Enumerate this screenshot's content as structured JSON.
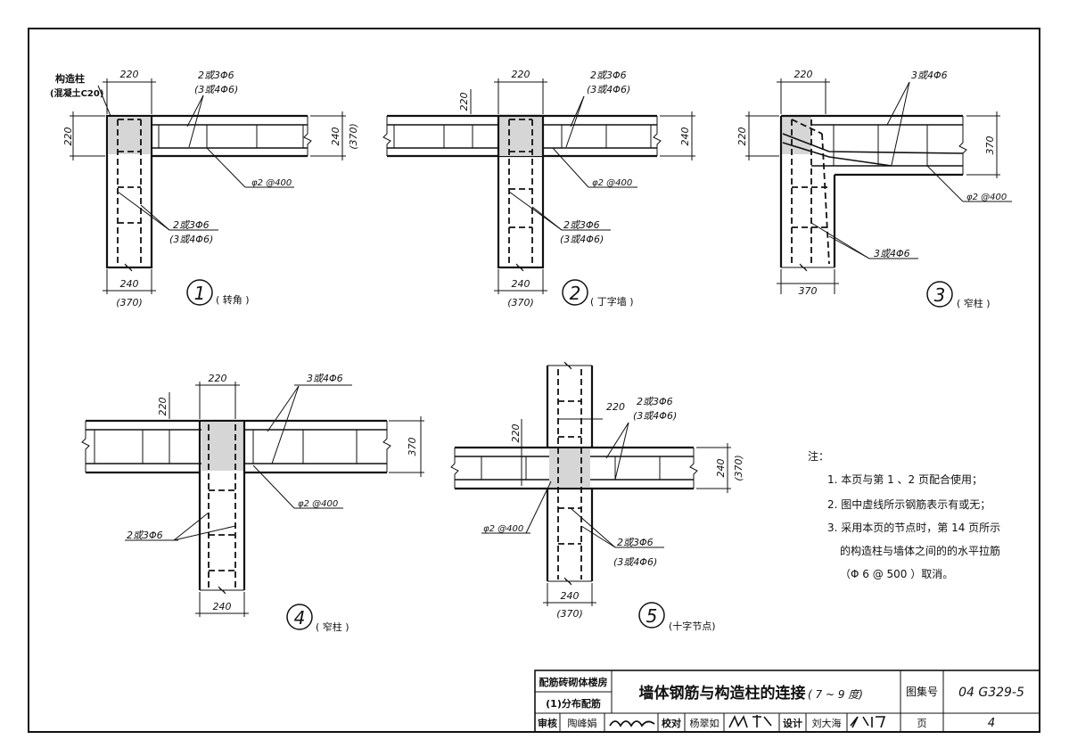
{
  "notes": {
    "heading": "注：",
    "items": [
      "1. 本页与第 1 、2 页配合使用；",
      "2. 图中虚线所示钢筋表示有或无；",
      "3. 采用本页的节点时，第 14 页所示",
      "的构造柱与墙体之间的的水平拉筋",
      "（Φ 6 @ 500 ）取消。"
    ]
  },
  "details": {
    "d1": {
      "num": "1",
      "caption": "( 转角 )",
      "col_label": "构造柱",
      "col_concrete": "(混凝土C20)",
      "dim_top": "220",
      "dim_left": "220",
      "dim_right": "240",
      "dim_right_alt": "(370)",
      "rebar_top": "2或3Φ6",
      "rebar_top_alt": "(3或4Φ6)",
      "tie": "φ2 @400",
      "rebar_col": "2或3Φ6",
      "rebar_col_alt": "(3或4Φ6)",
      "dim_bottom": "240",
      "dim_bottom_alt": "(370)"
    },
    "d2": {
      "num": "2",
      "caption": "( 丁字墙 )",
      "dim_top": "220",
      "dim_left": "220",
      "dim_right": "240",
      "rebar_top": "2或3Φ6",
      "rebar_top_alt": "(3或4Φ6)",
      "tie": "φ2 @400",
      "rebar_col": "2或3Φ6",
      "rebar_col_alt": "(3或4Φ6)",
      "dim_bottom": "240",
      "dim_bottom_alt": "(370)"
    },
    "d3": {
      "num": "3",
      "caption": "( 窄柱 )",
      "dim_top": "220",
      "dim_left": "220",
      "dim_right": "370",
      "rebar_top": "3或4Φ6",
      "tie": "φ2 @400",
      "rebar_col": "3或4Φ6",
      "dim_bottom": "370"
    },
    "d4": {
      "num": "4",
      "caption": "( 窄柱 )",
      "dim_top": "220",
      "dim_left": "220",
      "dim_right": "370",
      "rebar_top": "3或4Φ6",
      "tie": "φ2 @400",
      "rebar_col": "2或3Φ6",
      "dim_bottom": "240"
    },
    "d5": {
      "num": "5",
      "caption": "(十字节点)",
      "dim_top": "220",
      "dim_left": "220",
      "dim_right": "240",
      "dim_right_alt": "(370)",
      "rebar_top": "2或3Φ6",
      "rebar_top_alt": "(3或4Φ6)",
      "tie": "φ2 @400",
      "rebar_col": "2或3Φ6",
      "rebar_col_alt": "(3或4Φ6)",
      "dim_bottom": "240",
      "dim_bottom_alt": "(370)"
    }
  },
  "title_block": {
    "category_line1": "配筋砖砌体楼房",
    "category_line2": "(1)分布配筋",
    "title": "墙体钢筋与构造柱的连接",
    "title_sub": "( 7 ~ 9 度)",
    "atlas_label": "图集号",
    "atlas_no": "04 G329-5",
    "review_label": "审核",
    "review_name": "陶峰娟",
    "check_label": "校对",
    "check_name": "杨翠如",
    "design_label": "设计",
    "design_name": "刘大海",
    "page_label": "页",
    "page_no": "4"
  }
}
